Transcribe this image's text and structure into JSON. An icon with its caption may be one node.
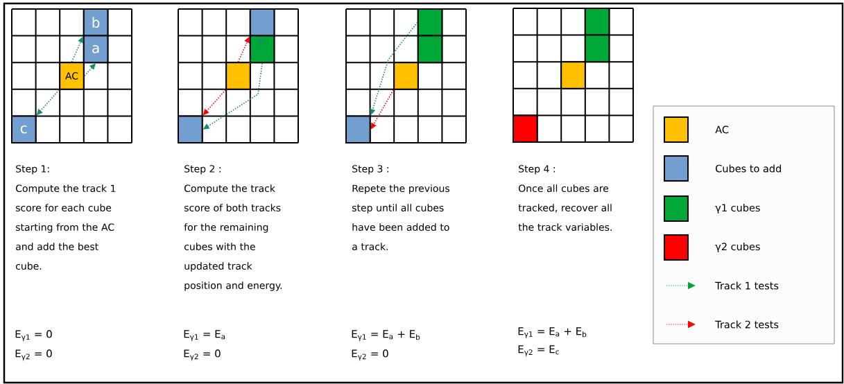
{
  "diagram": {
    "nodes": [
      {
        "text": [
          "b"
        ]
      },
      {
        "text": [
          "a"
        ]
      },
      {
        "text": [
          "AC"
        ]
      },
      {
        "text": [
          "c"
        ]
      },
      {
        "text": [],
        "shape": "box"
      },
      {
        "text": [],
        "shape": "box"
      },
      {
        "text": [],
        "shape": "box"
      },
      {
        "text": [],
        "shape": "box"
      },
      {
        "text": [],
        "shape": "box"
      },
      {
        "text": [],
        "shape": "box"
      },
      {
        "text": [],
        "shape": "box"
      },
      {
        "text": [],
        "shape": "box"
      },
      {
        "text": [],
        "shape": "box"
      },
      {
        "text": [],
        "shape": "box"
      },
      {
        "text": [],
        "shape": "box"
      },
      {
        "text": [],
        "shape": "box"
      }
    ],
    "edges": [
      {
        "from": 2,
        "to": 0,
        "arrow": "to"
      },
      {
        "from": 2,
        "to": 1,
        "arrow": "to"
      },
      {
        "from": 2,
        "to": 3,
        "arrow": "to"
      },
      {
        "from": 5,
        "to": 4,
        "arrow": "to"
      },
      {
        "from": 5,
        "to": 7,
        "arrow": "to"
      },
      {
        "from": 6,
        "to": 4,
        "arrow": "to",
        "color": "#ff0000"
      },
      {
        "from": 6,
        "to": 7,
        "arrow": "to",
        "color": "#ff0000"
      },
      {
        "from": 8,
        "to": 11,
        "arrow": "to"
      },
      {
        "from": 10,
        "to": 11,
        "arrow": "to",
        "color": "#ff0000"
      }
    ],
    "labels": [
      "Step 1:",
      "Compute the track 1 score for each cube starting from the AC and add the best cube.",
      "E$_{γ1}$ = 0",
      "E$_{γ2}$ = 0",
      "Step 2 :",
      "Compute the track score of both tracks for the remaining cubes with the updated track position and energy.",
      "E$_{γ1}$ = E$_{a}$",
      "E$_{γ2}$ = 0",
      "Step 3 :",
      "Repete the previous step until all cubes have been added to a track.",
      "E$_{γ1}$ = E$_{a}$ + E$_{b}$",
      "E$_{γ2}$ = 0",
      "Step 4 :",
      "Once all cubes are tracked, recover all the track variables.",
      "E$_{γ1}$ = E$_{a}$ + E$_{b}$",
      "E$_{γ2}$ = E$_{c}$"
    ],
    "legend": [
      {
        "text": "AC",
        "color": "#ffc000"
      },
      {
        "text": "Cubes to add",
        "color": "#739fd0"
      },
      {
        "text": "γ1 cubes",
        "color": "#00a838"
      },
      {
        "text": "γ2 cubes",
        "color": "#ff0000"
      },
      {
        "text": "Track 1 tests"
      },
      {
        "text": "Track 2 tests"
      }
    ]
  }
}
